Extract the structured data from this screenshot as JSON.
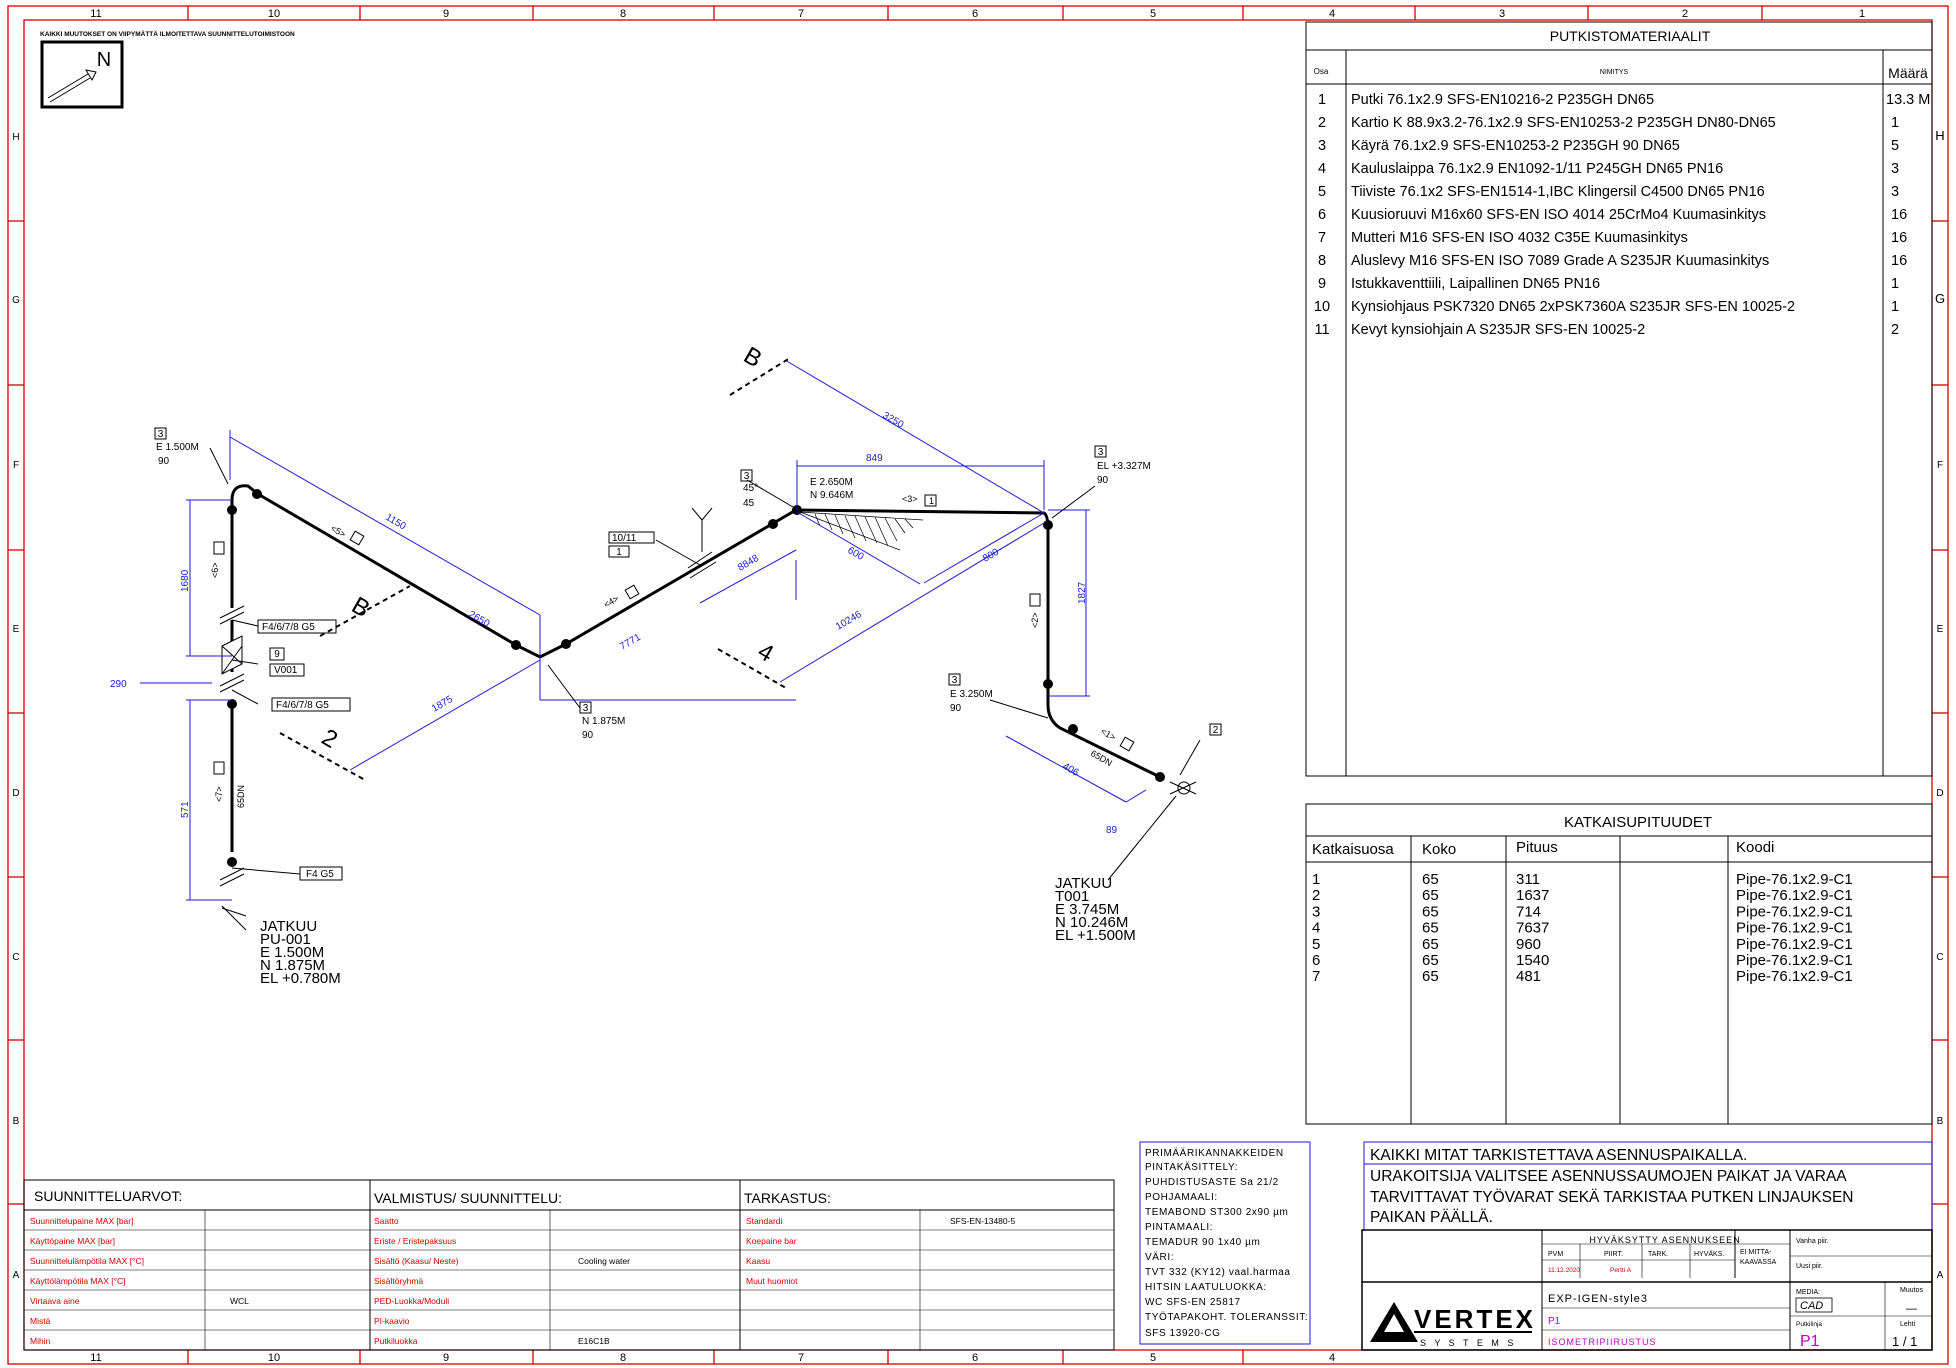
{
  "border": {
    "top_columns": [
      "11",
      "10",
      "9",
      "8",
      "7",
      "6",
      "5",
      "4",
      "3",
      "2",
      "1"
    ],
    "bottom_columns": [
      "11",
      "10",
      "9",
      "8",
      "7",
      "6",
      "5",
      "4"
    ],
    "rows": [
      "H",
      "G",
      "F",
      "E",
      "D",
      "C",
      "B",
      "A"
    ]
  },
  "north_arrow": {
    "label": "N"
  },
  "header_note": "KAIKKI MUUTOKSET ON VIIPYMÄTTÄ ILMOITETTAVA SUUNNITTELUTOIMISTOON",
  "materials": {
    "title": "PUTKISTOMATERIAALIT",
    "col_osa": "Osa",
    "col_nimitys": "NIMITYS",
    "col_maara": "Määrä",
    "rows": [
      {
        "osa": "1",
        "nimitys": "Putki 76.1x2.9 SFS-EN10216-2 P235GH  DN65",
        "maara": "13.3 M"
      },
      {
        "osa": "2",
        "nimitys": "Kartio K 88.9x3.2-76.1x2.9 SFS-EN10253-2 P235GH   DN80-DN65",
        "maara": "1"
      },
      {
        "osa": "3",
        "nimitys": "Käyrä 76.1x2.9 SFS-EN10253-2 P235GH 90 DN65",
        "maara": "5"
      },
      {
        "osa": "4",
        "nimitys": "Kauluslaippa 76.1x2.9 EN1092-1/11 P245GH   DN65 PN16",
        "maara": "3"
      },
      {
        "osa": "5",
        "nimitys": "Tiiviste 76.1x2 SFS-EN1514-1,IBC Klingersil C4500   DN65 PN16",
        "maara": "3"
      },
      {
        "osa": "6",
        "nimitys": "Kuusioruuvi M16x60 SFS-EN ISO 4014 25CrMo4   Kuumasinkitys",
        "maara": "16"
      },
      {
        "osa": "7",
        "nimitys": "Mutteri M16 SFS-EN ISO 4032 C35E   Kuumasinkitys",
        "maara": "16"
      },
      {
        "osa": "8",
        "nimitys": "Aluslevy M16 SFS-EN ISO 7089 Grade A S235JR   Kuumasinkitys",
        "maara": "16"
      },
      {
        "osa": "9",
        "nimitys": "Istukkaventtiili, Laipallinen      DN65 PN16",
        "maara": "1"
      },
      {
        "osa": "10",
        "nimitys": "Kynsiohjaus PSK7320 DN65 2xPSK7360A S235JR SFS-EN 10025-2",
        "maara": "1"
      },
      {
        "osa": "11",
        "nimitys": "Kevyt kynsiohjain A S235JR SFS-EN 10025-2",
        "maara": "2"
      }
    ]
  },
  "cut_lengths": {
    "title": "KATKAISUPITUUDET",
    "headers": [
      "Katkaisuosa",
      "Koko",
      "Pituus",
      "",
      "Koodi"
    ],
    "rows": [
      [
        "1",
        "65",
        "311",
        "",
        "Pipe-76.1x2.9-C1"
      ],
      [
        "2",
        "65",
        "1637",
        "",
        "Pipe-76.1x2.9-C1"
      ],
      [
        "3",
        "65",
        "714",
        "",
        "Pipe-76.1x2.9-C1"
      ],
      [
        "4",
        "65",
        "7637",
        "",
        "Pipe-76.1x2.9-C1"
      ],
      [
        "5",
        "65",
        "960",
        "",
        "Pipe-76.1x2.9-C1"
      ],
      [
        "6",
        "65",
        "1540",
        "",
        "Pipe-76.1x2.9-C1"
      ],
      [
        "7",
        "65",
        "481",
        "",
        "Pipe-76.1x2.9-C1"
      ]
    ]
  },
  "drawing": {
    "dims": {
      "d1150": "1150",
      "d2650": "2650",
      "d1875": "1875",
      "d7771": "7771",
      "d8848": "8848",
      "d849": "849",
      "d3250": "3250",
      "d600a": "600",
      "d800": "800",
      "d10246": "10246",
      "d1680": "1680",
      "d571": "571",
      "d290": "290",
      "d1827": "1827",
      "d406": "406",
      "d89": "89"
    },
    "section_labels": {
      "b_top": "B",
      "b_mid": "B",
      "four": "4",
      "two": "2"
    },
    "elev": {
      "e1500": "E 1.500M",
      "n90a": "90",
      "e2650": "E 2.650M",
      "n9646": "N 9.646M",
      "a45": "45°",
      "a45b": "45",
      "el3327": "EL +3.327M",
      "n90b": "90",
      "e3250": "E 3.250M",
      "n90c": "90",
      "n1875": "N 1.875M",
      "n90d": "90"
    },
    "tags": {
      "t3a": "3",
      "t3b": "3",
      "t3c": "3",
      "t3d": "3",
      "t3e": "3",
      "t2": "2",
      "t1011": "10/11",
      "t1a": "1",
      "t9": "9",
      "tV001": "V001",
      "tF4a": "F4/6/7/8 G5",
      "tF4b": "F4/6/7/8 G5",
      "tF4c": "F4 G5"
    },
    "seg_labels": {
      "s5": "<5>",
      "s4": "<4>",
      "s3": "<3>",
      "s6": "<6>",
      "s7": "<7>",
      "s2": "<2>",
      "s1": "<1>",
      "b1": "1",
      "dn65a": "65DN",
      "dn65b": "65DN"
    },
    "jatkuu_left": [
      "JATKUU",
      "PU-001",
      "E 1.500M",
      "N 1.875M",
      "EL +0.780M"
    ],
    "jatkuu_right": [
      "JATKUU",
      "T001",
      "E 3.745M",
      "N 10.246M",
      "EL +1.500M"
    ]
  },
  "notes_box": {
    "lines": [
      "PRIMÄÄRIKANNAKKEIDEN",
      "PINTAKÄSITTELY:",
      "PUHDISTUSASTE Sa 21/2",
      "POHJAMAALI:",
      "TEMABOND ST300 2x90 µm",
      "PINTAMAALI:",
      "TEMADUR 90   1x40 µm",
      "VÄRI:",
      "TVT 332 (KY12) vaal.harmaa",
      "HITSIN LAATULUOKKA:",
      "WC SFS-EN 25817",
      "TYÖTAPAKOHT. TOLERANSSIT:",
      "SFS 13920-CG"
    ]
  },
  "remarks": {
    "line1": "KAIKKI MITAT TARKISTETTAVA ASENNUSPAIKALLA.",
    "line2": "URAKOITSIJA VALITSEE ASENNUSSAUMOJEN PAIKAT JA VARAA",
    "line3": "TARVITTAVAT TYÖVARAT SEKÄ TARKISTAA PUTKEN LINJAUKSEN",
    "line4": "PAIKAN PÄÄLLÄ."
  },
  "design_values": {
    "title1": "SUUNNITTELUARVOT:",
    "title2": "VALMISTUS/ SUUNNITTELU:",
    "title3": "TARKASTUS:",
    "col1": [
      {
        "label": "Suunnittelupaine MAX [bar]",
        "value": ""
      },
      {
        "label": "Käyttöpaine MAX [bar]",
        "value": ""
      },
      {
        "label": "Suunnittelulämpötila MAX [°C]",
        "value": ""
      },
      {
        "label": "Käyttölämpötila MAX [°C]",
        "value": ""
      },
      {
        "label": "Virtaava aine",
        "value": "WCL"
      },
      {
        "label": "Mistä",
        "value": ""
      },
      {
        "label": "Mihin",
        "value": ""
      }
    ],
    "col2": [
      {
        "label": "Saatto",
        "value": ""
      },
      {
        "label": "Eriste / Eristepaksuus",
        "value": ""
      },
      {
        "label": "Sisältö (Kaasu/ Neste)",
        "value": "Cooling water"
      },
      {
        "label": "Sisältöryhmä",
        "value": ""
      },
      {
        "label": "PED-Luokka/Moduli",
        "value": ""
      },
      {
        "label": "PI-kaavio",
        "value": ""
      },
      {
        "label": "Putkiluokka",
        "value": "E16C1B"
      }
    ],
    "col3": [
      {
        "label": "Standardi",
        "value": "SFS-EN-13480-5"
      },
      {
        "label": "Koepaine bar",
        "value": ""
      },
      {
        "label": "Kaasu",
        "value": ""
      },
      {
        "label": "Muut huomiot",
        "value": ""
      }
    ]
  },
  "approval": {
    "title": "HYVÄKSYTTY ASENNUKSEEN",
    "cols": [
      "PVM",
      "PIIRT.",
      "TARK.",
      "HYVÄKS."
    ],
    "date": "11.12.2020",
    "drawer": "Pertti A",
    "emitta": "EI MITTA-\nKAAVASSA",
    "vanha": "Vanha piir.",
    "uusi": "Uusi piir."
  },
  "title_block": {
    "logo_main": "VERTEX",
    "logo_sub": "S Y S T E M S",
    "project": "EXP-IGEN-style3",
    "line": "P1",
    "drawing_type": "ISOMETRIPIIRUSTUS",
    "media_label": "MEDIA:",
    "media": "CAD",
    "muutos_label": "Muutos",
    "muutos": "—",
    "putkilinja_label": "Putkilinja",
    "putkilinja": "P1",
    "lehti_label": "Lehti",
    "lehti": "1 / 1"
  }
}
